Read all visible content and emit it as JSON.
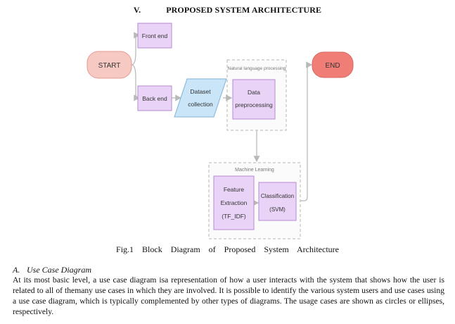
{
  "section": {
    "number": "V.",
    "title": "PROPOSED SYSTEM ARCHITECTURE"
  },
  "diagram": {
    "start": "START",
    "end": "END",
    "front_end": "Front end",
    "back_end": "Back end",
    "dataset": [
      "Dataset",
      "collection"
    ],
    "nlp_group": "Natural language processing",
    "data_preprocessing": [
      "Data",
      "preprocessing"
    ],
    "ml_group": "Machine Learning",
    "feature_extraction": [
      "Feature",
      "Extraction",
      "(TF_IDF)"
    ],
    "classification": [
      "Classification",
      "(SVM)"
    ]
  },
  "caption": "Fig.1 Block Diagram of Proposed System Architecture",
  "subsection": {
    "letter": "A.",
    "title": "Use Case Diagram"
  },
  "paragraph": "At its most basic level, a use case diagram isa representation of how a user interacts with the system that shows how the user is related to all of themany use cases in which they are involved. It is possible to identify the various system users and use cases using a use case diagram, which is typically complemented by other types of diagrams. The usage cases are shown as circles or ellipses, respectively.",
  "colors": {
    "terminal_fill": "#f7c9c3",
    "terminal_stroke": "#e39a90",
    "process_fill": "#e9d3f6",
    "process_stroke": "#b68bd2",
    "data_fill": "#c9e5f7",
    "data_stroke": "#7fb3d9",
    "group_stroke": "#b5b5b5",
    "arrow": "#b9b9b9"
  }
}
